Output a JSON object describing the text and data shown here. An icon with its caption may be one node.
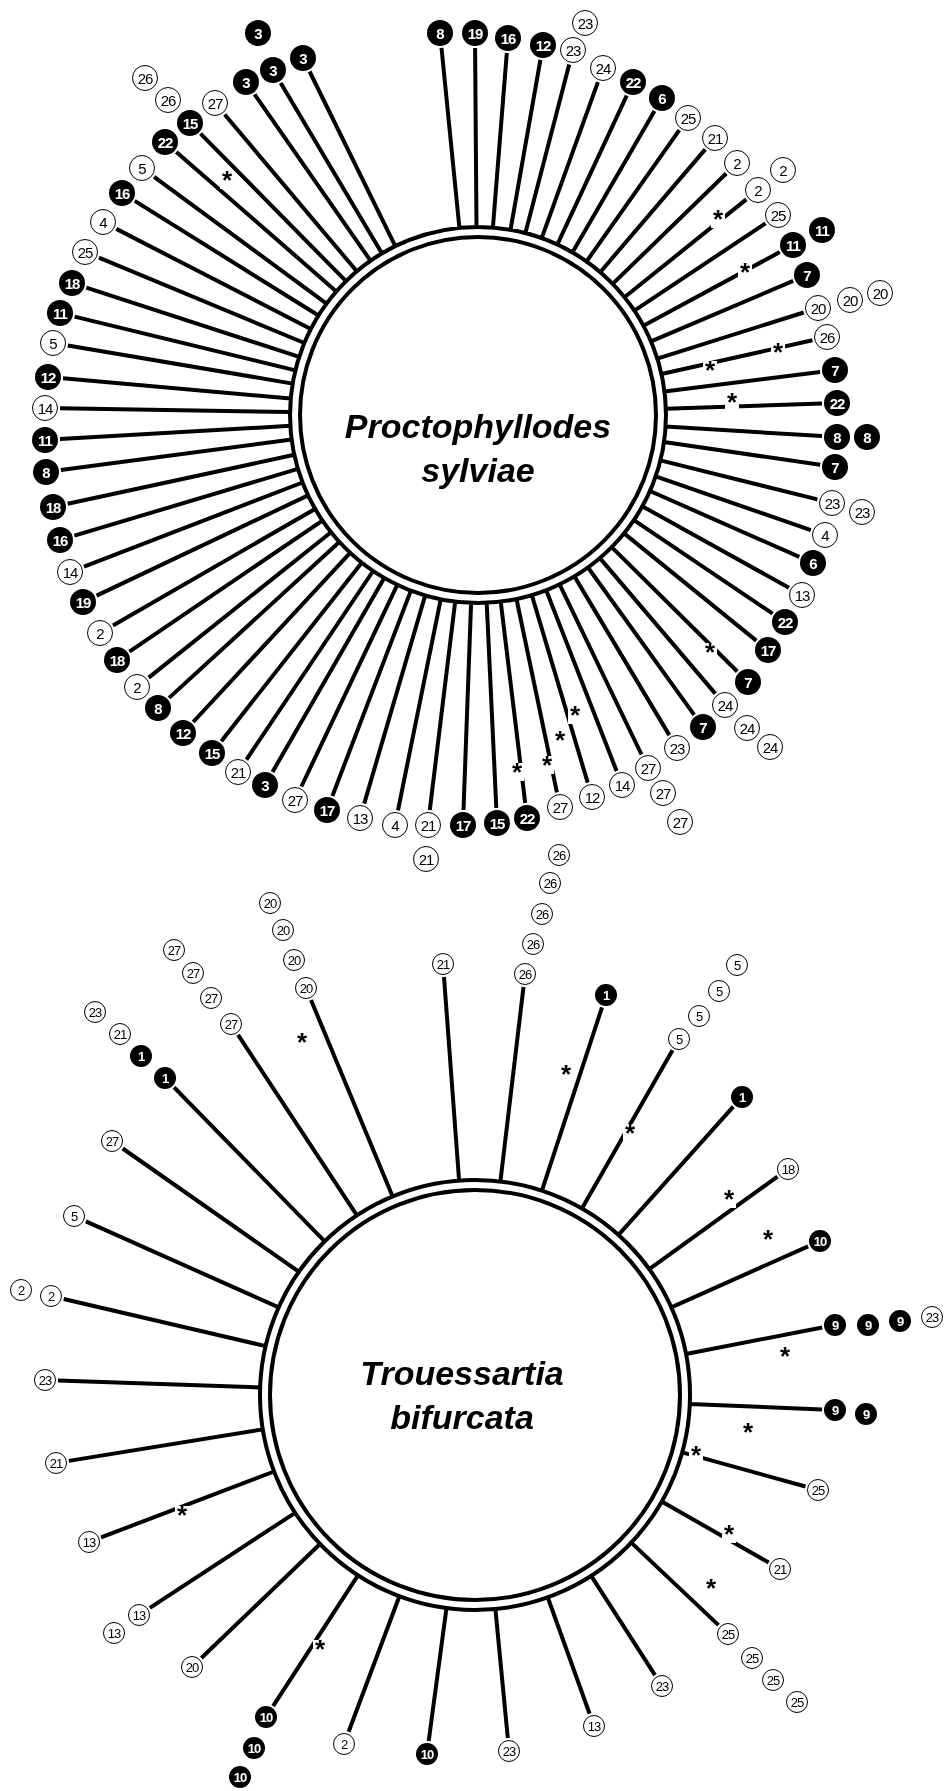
{
  "diagram": {
    "labels": [
      "3",
      "3",
      "3",
      "3",
      "26",
      "26",
      "27",
      "15",
      "22",
      "*",
      "5",
      "16",
      "4",
      "25",
      "18",
      "11",
      "5",
      "12",
      "14",
      "11",
      "8",
      "18",
      "16",
      "14",
      "19",
      "2",
      "18",
      "2",
      "8",
      "12",
      "15",
      "21",
      "3",
      "27",
      "17",
      "13",
      "4",
      "21",
      "21",
      "17",
      "15",
      "22",
      "*",
      "*",
      "*",
      "*",
      "27",
      "12",
      "14",
      "27",
      "27",
      "27",
      "23",
      "7",
      "24",
      "24",
      "24",
      "*",
      "7",
      "17",
      "22",
      "13",
      "6",
      "4",
      "23",
      "23",
      "7",
      "8",
      "8",
      "22",
      "*",
      "7",
      "*",
      "*",
      "26",
      "20",
      "20",
      "20",
      "7",
      "*",
      "11",
      "11",
      "25",
      "*",
      "2",
      "2",
      "2",
      "21",
      "25",
      "6",
      "22",
      "24",
      "23",
      "23",
      "12",
      "16",
      "19",
      "8",
      "Proctophyllodes sylviae",
      "26",
      "26",
      "26",
      "26",
      "26",
      "21",
      "1",
      "5",
      "5",
      "5",
      "5",
      "*",
      "*",
      "1",
      "18",
      "*",
      "*",
      "10",
      "9",
      "9",
      "9",
      "23",
      "*",
      "9",
      "9",
      "*",
      "*",
      "25",
      "*",
      "21",
      "*",
      "25",
      "25",
      "25",
      "25",
      "23",
      "13",
      "23",
      "10",
      "2",
      "*",
      "10",
      "10",
      "10",
      "20",
      "13",
      "13",
      "13",
      "*",
      "21",
      "23",
      "2",
      "2",
      "5",
      "27",
      "1",
      "1",
      "21",
      "23",
      "27",
      "27",
      "27",
      "27",
      "*",
      "20",
      "20",
      "20",
      "20",
      "Trouessartia bifurcata"
    ]
  }
}
